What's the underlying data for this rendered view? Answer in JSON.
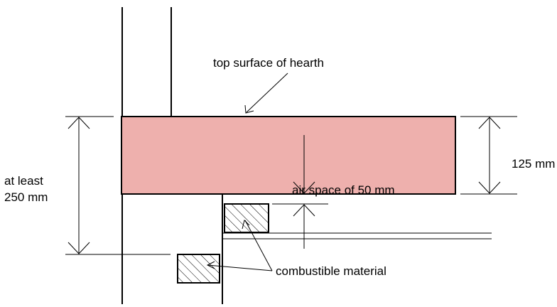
{
  "labels": {
    "top_surface": "top surface of hearth",
    "hearth_thickness": "125 mm",
    "air_space": "air space of 50 mm",
    "min_height_line1": "at least",
    "min_height_line2": "250 mm",
    "combustible": "combustible material"
  },
  "colors": {
    "hearth_fill": "#eeb0ad",
    "line": "#000000"
  }
}
